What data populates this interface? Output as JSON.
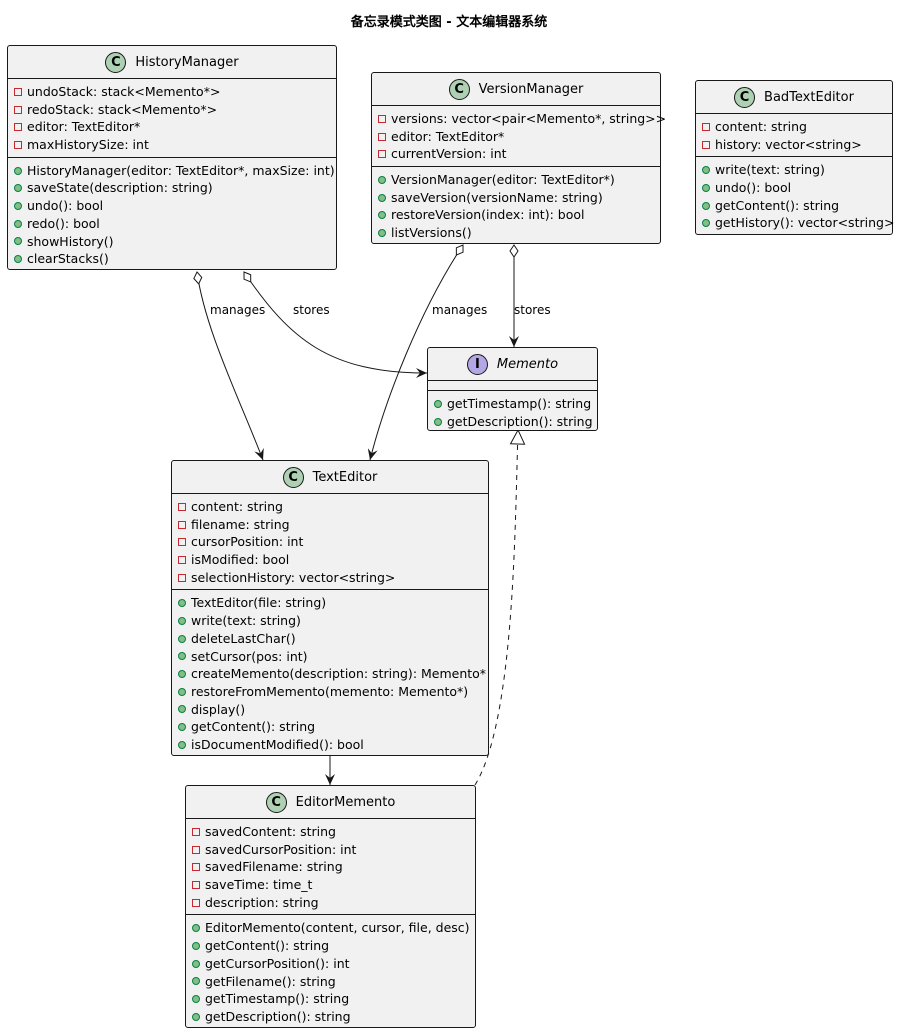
{
  "title": "备忘录模式类图 - 文本编辑器系统",
  "classes": {
    "history_manager": {
      "stereotype": "C",
      "name": "HistoryManager",
      "attributes": [
        "undoStack: stack<Memento*>",
        "redoStack: stack<Memento*>",
        "editor: TextEditor*",
        "maxHistorySize: int"
      ],
      "methods": [
        "HistoryManager(editor: TextEditor*, maxSize: int)",
        "saveState(description: string)",
        "undo(): bool",
        "redo(): bool",
        "showHistory()",
        "clearStacks()"
      ]
    },
    "version_manager": {
      "stereotype": "C",
      "name": "VersionManager",
      "attributes": [
        "versions: vector<pair<Memento*, string>>",
        "editor: TextEditor*",
        "currentVersion: int"
      ],
      "methods": [
        "VersionManager(editor: TextEditor*)",
        "saveVersion(versionName: string)",
        "restoreVersion(index: int): bool",
        "listVersions()"
      ]
    },
    "bad_text_editor": {
      "stereotype": "C",
      "name": "BadTextEditor",
      "attributes": [
        "content: string",
        "history: vector<string>"
      ],
      "methods": [
        "write(text: string)",
        "undo(): bool",
        "getContent(): string",
        "getHistory(): vector<string>"
      ]
    },
    "memento": {
      "stereotype": "I",
      "name": "Memento",
      "attributes": [],
      "methods": [
        "getTimestamp(): string",
        "getDescription(): string"
      ]
    },
    "text_editor": {
      "stereotype": "C",
      "name": "TextEditor",
      "attributes": [
        "content: string",
        "filename: string",
        "cursorPosition: int",
        "isModified: bool",
        "selectionHistory: vector<string>"
      ],
      "methods": [
        "TextEditor(file: string)",
        "write(text: string)",
        "deleteLastChar()",
        "setCursor(pos: int)",
        "createMemento(description: string): Memento*",
        "restoreFromMemento(memento: Memento*)",
        "display()",
        "getContent(): string",
        "isDocumentModified(): bool"
      ]
    },
    "editor_memento": {
      "stereotype": "C",
      "name": "EditorMemento",
      "attributes": [
        "savedContent: string",
        "savedCursorPosition: int",
        "savedFilename: string",
        "saveTime: time_t",
        "description: string"
      ],
      "methods": [
        "EditorMemento(content, cursor, file, desc)",
        "getContent(): string",
        "getCursorPosition(): int",
        "getFilename(): string",
        "getTimestamp(): string",
        "getDescription(): string"
      ]
    }
  },
  "relations": {
    "hm_manages": "manages",
    "hm_stores": "stores",
    "vm_manages": "manages",
    "vm_stores": "stores"
  }
}
